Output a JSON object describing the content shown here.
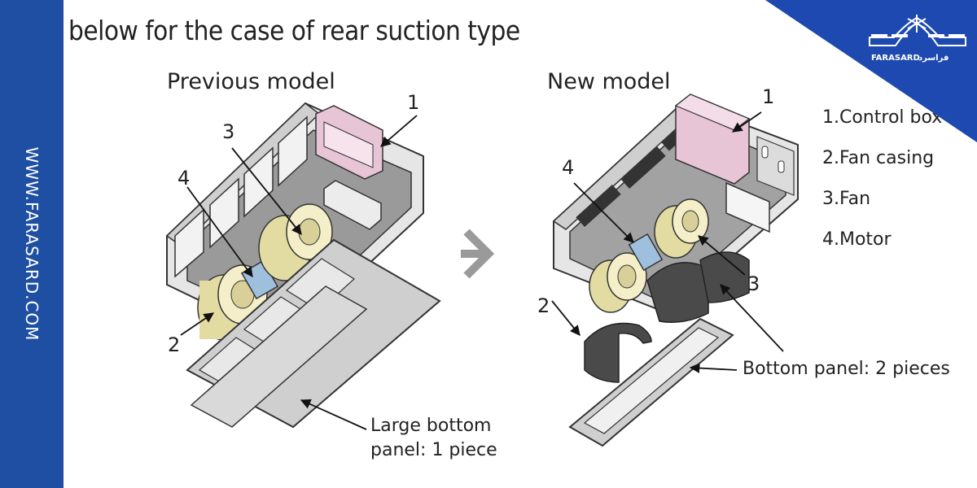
{
  "sidebar": {
    "url": "WWW.FARASARD.COM"
  },
  "title": "below for the case of rear suction type",
  "previous": {
    "heading": "Previous model",
    "panel_note": [
      "Large bottom",
      "panel: 1 piece"
    ],
    "callouts": [
      "1",
      "2",
      "3",
      "4"
    ]
  },
  "new": {
    "heading": "New model",
    "panel_note": "Bottom panel: 2 pieces",
    "callouts": [
      "1",
      "2",
      "3",
      "4"
    ]
  },
  "legend": [
    "1.Control box",
    "2.Fan casing",
    "3.Fan",
    "4.Motor"
  ],
  "logo": {
    "brand": "FARASARD",
    "brand_fa": "فراسرد"
  },
  "colors": {
    "sidebar": "#1f4fa3",
    "corner": "#1d49b0",
    "fan": "#e8e2a8",
    "control_box": "#e8c5d6",
    "motor": "#9fc0dd",
    "casing": "#4a4a4a"
  }
}
